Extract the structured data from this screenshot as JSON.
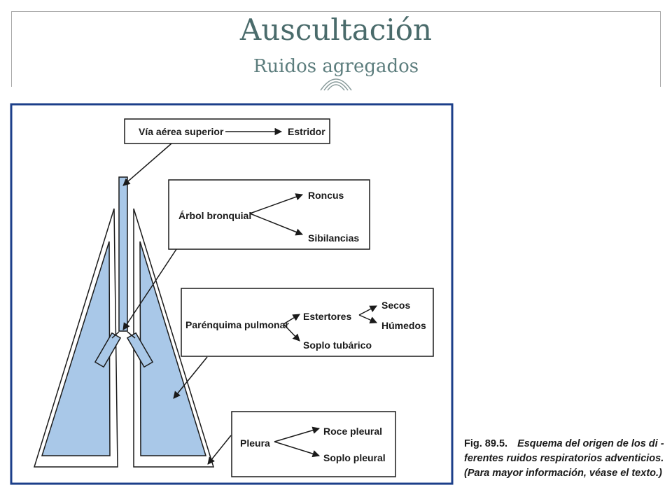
{
  "slide": {
    "title": "Auscultación",
    "subtitle": "Ruidos agregados"
  },
  "diagram": {
    "upper_airway": {
      "source": "Vía aérea superior",
      "sound": "Estridor"
    },
    "bronchial_tree": {
      "source": "Árbol bronquial",
      "sounds": [
        "Roncus",
        "Sibilancias"
      ]
    },
    "parenchyma": {
      "source": "Parénquima pulmonar",
      "crackles": "Estertores",
      "crackle_types": [
        "Secos",
        "Húmedos"
      ],
      "tubular": "Soplo tubárico"
    },
    "pleura": {
      "source": "Pleura",
      "sounds": [
        "Roce pleural",
        "Soplo pleural"
      ]
    }
  },
  "caption": {
    "fig_number": "Fig. 89.5.",
    "line1": "Esquema del origen de los di  -",
    "line2": "ferentes ruidos respiratorios adventicios.",
    "line3": "(Para mayor información, véase el texto.)"
  },
  "colors": {
    "title": "#4a6b6b",
    "lung_fill": "#a9c8e8",
    "figure_border": "#1c3f8a"
  }
}
